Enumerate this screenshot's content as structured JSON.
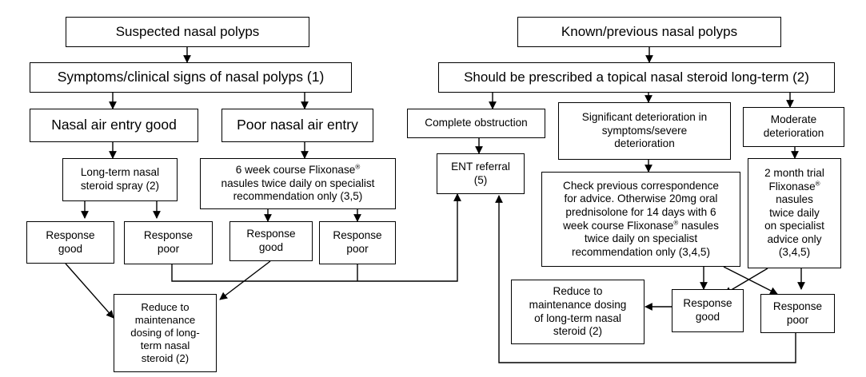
{
  "nodes": {
    "suspected": "Suspected nasal polyps",
    "known": "Known/previous nasal polyps",
    "symptoms": "Symptoms/clinical signs of nasal polyps (1)",
    "steroid_longterm": "Should be prescribed a topical nasal steroid long-term (2)",
    "air_good": "Nasal air entry good",
    "air_poor": "Poor nasal air entry",
    "complete_obstruction": "Complete obstruction",
    "significant_deterioration": "Significant deterioration in\nsymptoms/severe\ndeterioration",
    "moderate_deterioration": "Moderate\ndeterioration",
    "longterm_spray": "Long-term nasal\nsteroid spray (2)",
    "flixonase_course_l1": "6 week course Flixonase",
    "flixonase_course_rest": "\nnasules twice daily on specialist\nrecommendation only (3,5)",
    "ent_referral": "ENT referral\n(5)",
    "check_prev_l1": "Check previous correspondence\nfor advice. Otherwise 20mg oral\nprednisolone for 14 days with 6\nweek course Flixonase",
    "check_prev_rest": " nasules\ntwice daily on specialist\nrecommendation only (3,4,5)",
    "trial_l1": "2 month trial\nFlixonase",
    "trial_rest": "\nnasules\ntwice daily\non specialist\nadvice only\n(3,4,5)",
    "resp_good_1": "Response\ngood",
    "resp_poor_1": "Response\npoor",
    "resp_good_2": "Response\ngood",
    "resp_poor_2": "Response\npoor",
    "reduce_left": "Reduce to\nmaintenance\ndosing of long-\nterm nasal\nsteroid (2)",
    "reduce_right": "Reduce to\nmaintenance dosing\nof long-term nasal\nsteroid (2)",
    "resp_good_3": "Response\ngood",
    "resp_poor_3": "Response\npoor",
    "registered_mark": "®"
  }
}
